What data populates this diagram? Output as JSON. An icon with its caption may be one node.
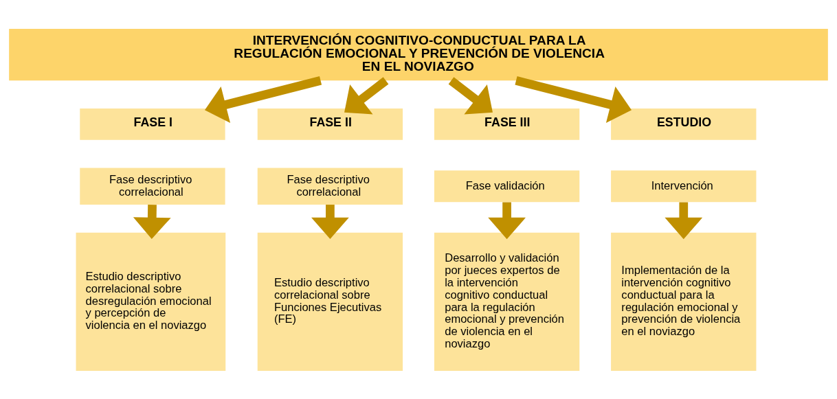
{
  "diagram": {
    "nodes": [
      {
        "text": [
          "INTERVENCIÓN COGNITIVO-CONDUCTUAL PARA LA REGULACIÓN EMOCIONAL Y PREVENCIÓN DE VIOLENCIA EN EL NOVIAZGO"
        ]
      },
      {
        "text": [
          "FASE I"
        ]
      },
      {
        "text": [
          "Fase descriptivo correlacional"
        ]
      },
      {
        "text": [
          "Estudio descriptivo correlacional sobre desregulación emocional y percepción de violencia en el noviazgo"
        ]
      },
      {
        "text": [
          "FASE II"
        ]
      },
      {
        "text": [
          "Fase descriptivo correlacional"
        ]
      },
      {
        "text": [
          "Estudio descriptivo correlacional sobre Funciones Ejecutivas (FE)"
        ]
      },
      {
        "text": [
          "FASE III"
        ]
      },
      {
        "text": [
          "Fase validación"
        ]
      },
      {
        "text": [
          "Desarrollo y validación por jueces expertos de la intervención cognitivo conductual para la regulación emocional y prevención de violencia en el noviazgo"
        ]
      },
      {
        "text": [
          "ESTUDIO"
        ]
      },
      {
        "text": [
          "Intervención"
        ]
      },
      {
        "text": [
          "Implementación de la intervención cognitivo conductual para la regulación emocional y prevención de violencia en el noviazgo"
        ]
      }
    ],
    "edges": [
      {
        "from": 0,
        "to": 1,
        "arrow": "to"
      },
      {
        "from": 0,
        "to": 4,
        "arrow": "to"
      },
      {
        "from": 0,
        "to": 7,
        "arrow": "to"
      },
      {
        "from": 0,
        "to": 10,
        "arrow": "to"
      },
      {
        "from": 2,
        "to": 3,
        "arrow": "to"
      },
      {
        "from": 5,
        "to": 6,
        "arrow": "to"
      },
      {
        "from": 8,
        "to": 9,
        "arrow": "to"
      },
      {
        "from": 11,
        "to": 12,
        "arrow": "to"
      }
    ]
  }
}
